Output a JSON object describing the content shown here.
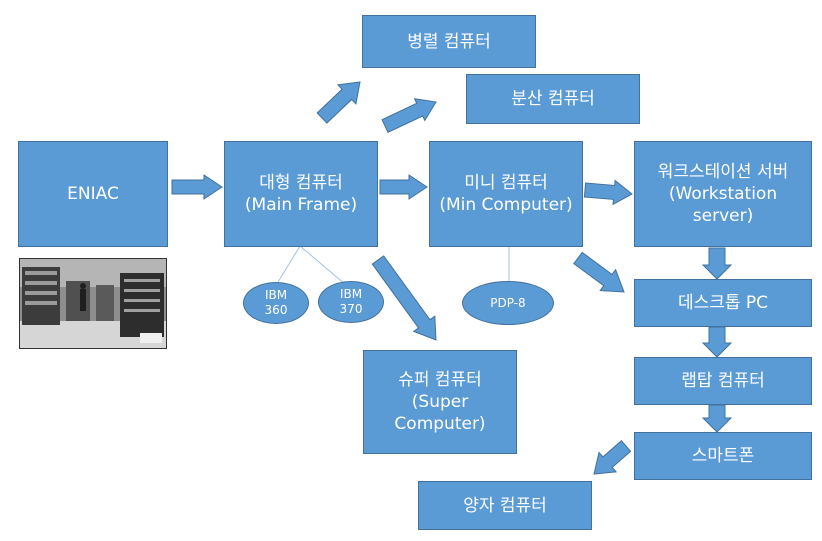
{
  "nodes": {
    "eniac": [
      "ENIAC"
    ],
    "mainframe": [
      "대형 컴퓨터",
      "(Main Frame)"
    ],
    "mini": [
      "미니 컴퓨터",
      "(Min Computer)"
    ],
    "workstation": [
      "워크스테이션 서버",
      "(Workstation",
      "server)"
    ],
    "parallel": [
      "병렬 컴퓨터"
    ],
    "distributed": [
      "분산 컴퓨터"
    ],
    "desktop": [
      "데스크톱 PC"
    ],
    "laptop": [
      "랩탑 컴퓨터"
    ],
    "smartphone": [
      "스마트폰"
    ],
    "quantum": [
      "양자 컴퓨터"
    ],
    "super": [
      "슈퍼 컴퓨터",
      "(Super",
      "Computer)"
    ]
  },
  "examples": {
    "ibm360": [
      "IBM",
      "360"
    ],
    "ibm370": [
      "IBM",
      "370"
    ],
    "pdp8": [
      "PDP-8"
    ]
  },
  "colors": {
    "box_fill": "#5b9bd5",
    "box_border": "#41719c",
    "connector_line": "#9dc3e6",
    "text": "#ffffff"
  },
  "image": {
    "name": "eniac-photo"
  }
}
